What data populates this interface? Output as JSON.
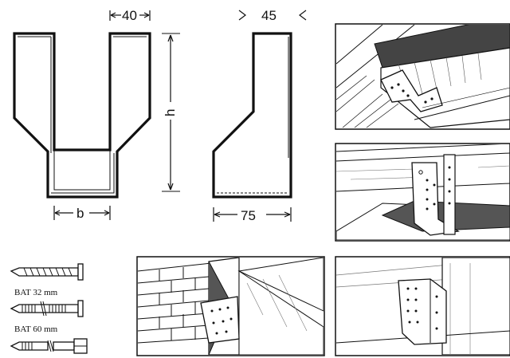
{
  "dimensions": {
    "top_width": "40",
    "side_width": "45",
    "height_label": "h",
    "inner_width_label": "b",
    "depth": "75"
  },
  "fasteners": [
    {
      "label": "BAT 32 mm"
    },
    {
      "label": "BAT 60 mm"
    }
  ],
  "colors": {
    "ink": "#111111",
    "paper": "#ffffff"
  }
}
